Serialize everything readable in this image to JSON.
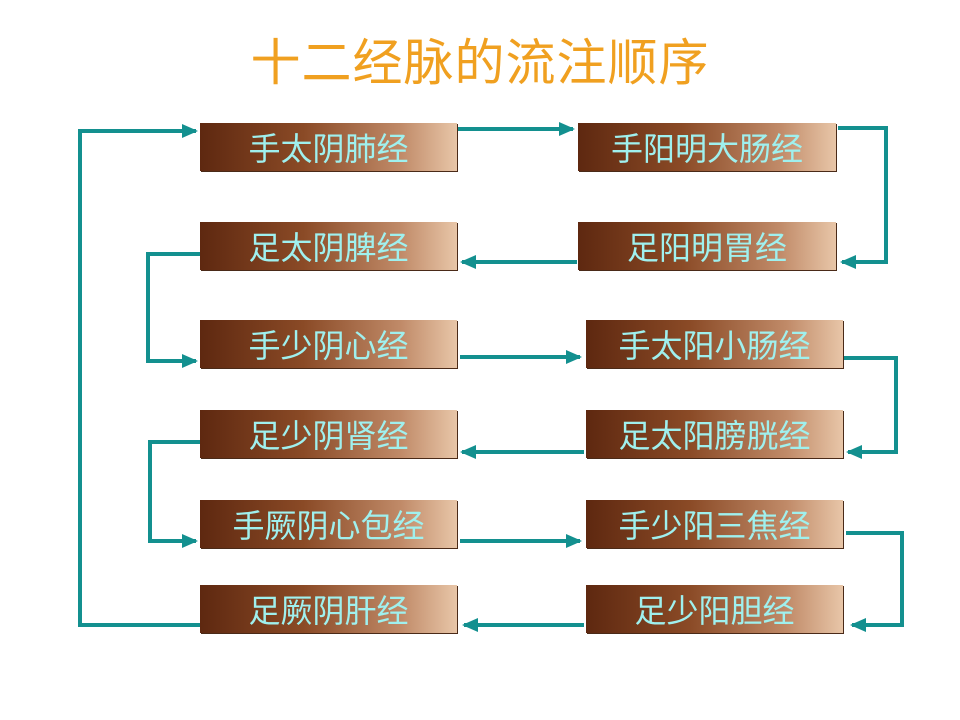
{
  "title": "十二经脉的流注顺序",
  "colors": {
    "title": "#f0a020",
    "box_text": "#9ff0ee",
    "box_dark": "#5e2810",
    "box_light": "#e8c6a8",
    "connector": "#13908f"
  },
  "meridians": {
    "m1": "手太阴肺经",
    "m2": "手阳明大肠经",
    "m3": "足阳明胃经",
    "m4": "足太阴脾经",
    "m5": "手少阴心经",
    "m6": "手太阳小肠经",
    "m7": "足太阳膀胱经",
    "m8": "足少阴肾经",
    "m9": "手厥阴心包经",
    "m10": "手少阳三焦经",
    "m11": "足少阳胆经",
    "m12": "足厥阴肝经"
  }
}
